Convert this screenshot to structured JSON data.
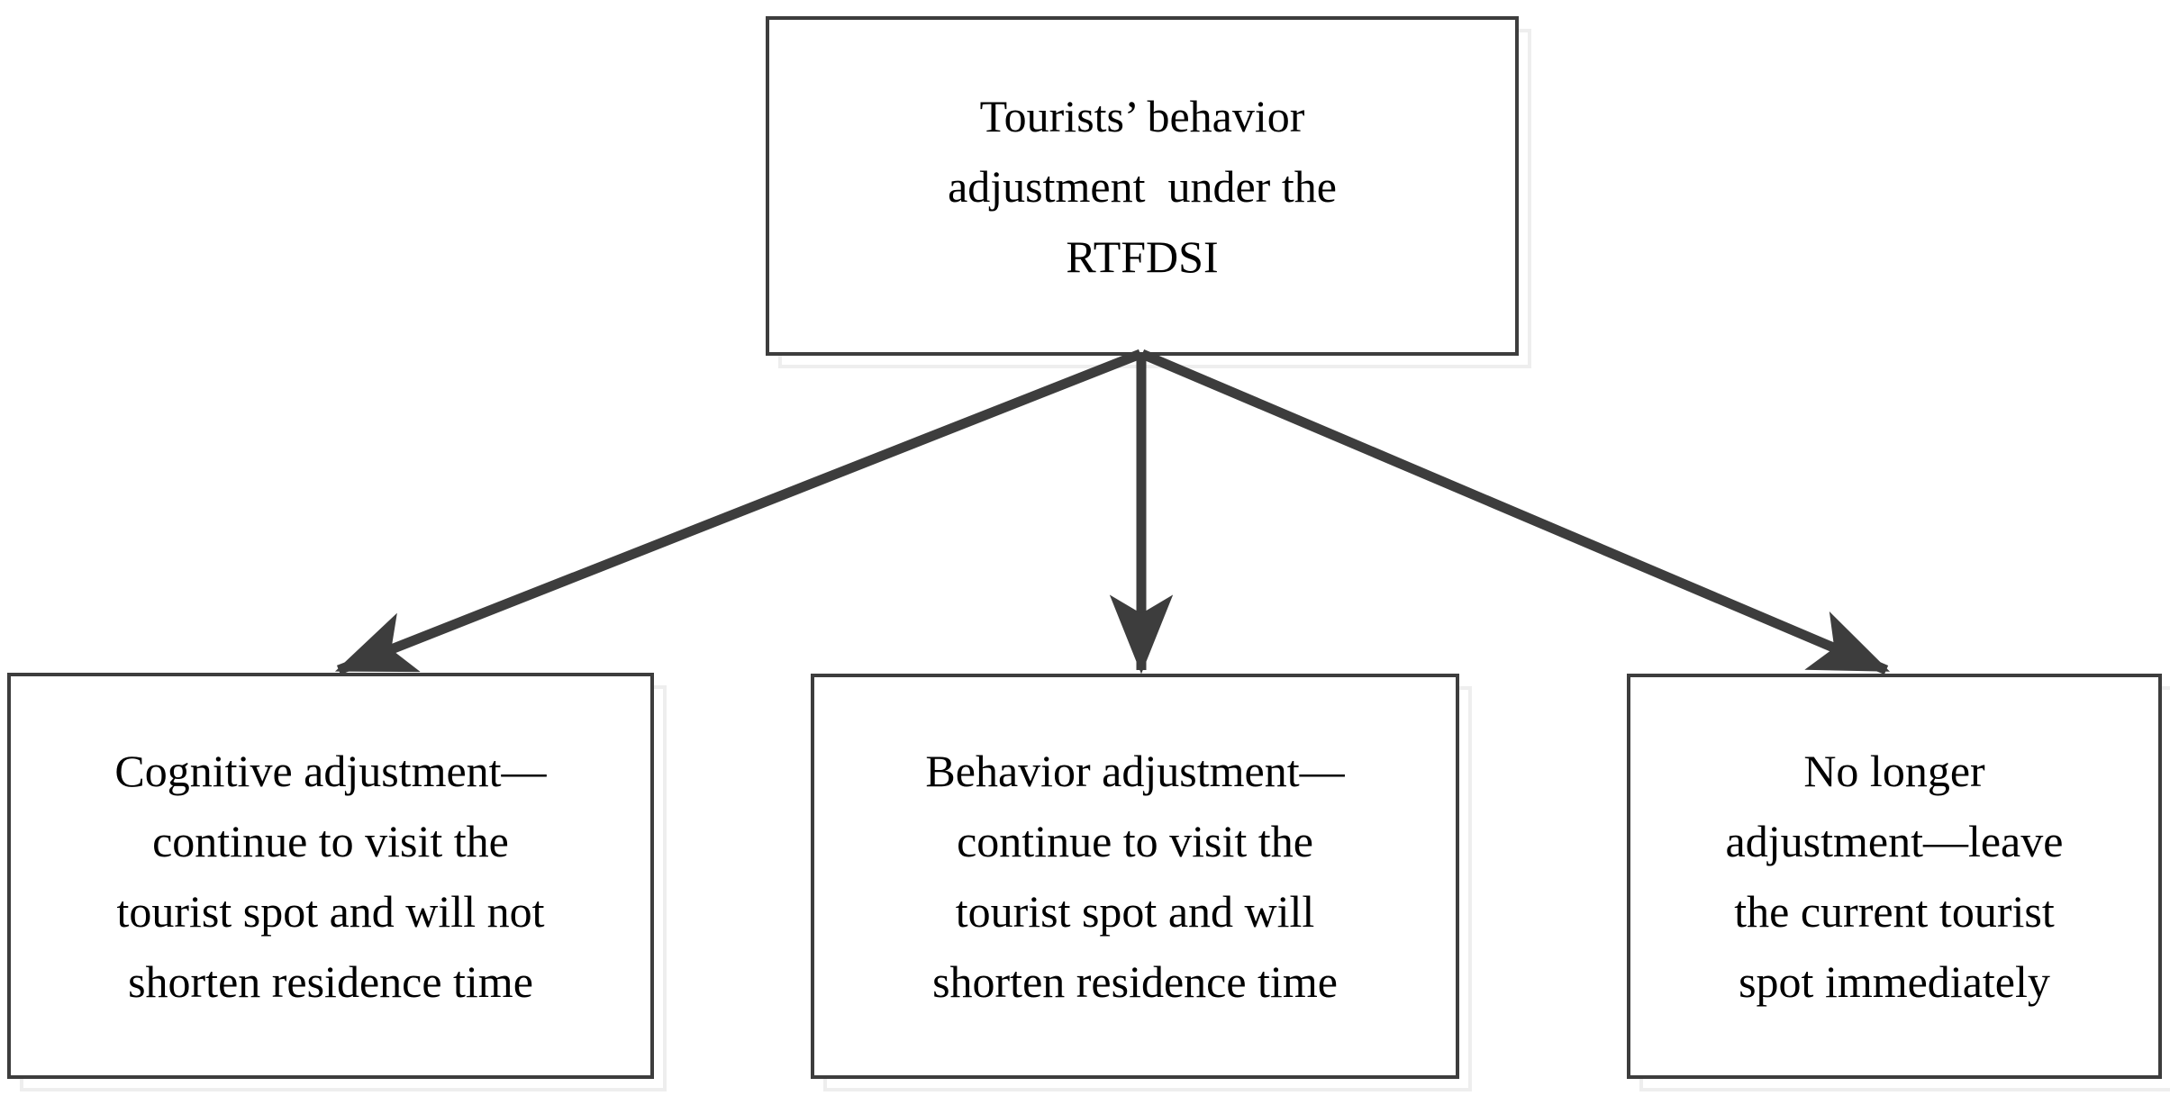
{
  "diagram": {
    "title": "Tourists' behavior adjustment under the RTFDSI flowchart",
    "colors": {
      "border": "#3d3d3d",
      "arrow": "#3d3d3d",
      "text": "#000000",
      "background": "#ffffff",
      "shadow": "#eeeeee"
    },
    "root": {
      "id": "root-node",
      "label": "Tourists’ behavior\nadjustment  under the\nRTFDSI"
    },
    "children": [
      {
        "id": "cognitive-adjustment-node",
        "label": "Cognitive adjustment—\ncontinue to visit the\ntourist spot and will not\nshorten residence time"
      },
      {
        "id": "behavior-adjustment-node",
        "label": "Behavior adjustment—\ncontinue to visit the\ntourist spot and will\nshorten residence time"
      },
      {
        "id": "no-longer-adjustment-node",
        "label": "No longer\nadjustment—leave\nthe current tourist\nspot immediately"
      }
    ],
    "connectors": [
      {
        "id": "connector-root-to-cognitive",
        "from": "root-node",
        "to": "cognitive-adjustment-node",
        "style": "arrow"
      },
      {
        "id": "connector-root-to-behavior",
        "from": "root-node",
        "to": "behavior-adjustment-node",
        "style": "arrow"
      },
      {
        "id": "connector-root-to-no-longer",
        "from": "root-node",
        "to": "no-longer-adjustment-node",
        "style": "arrow"
      }
    ]
  }
}
